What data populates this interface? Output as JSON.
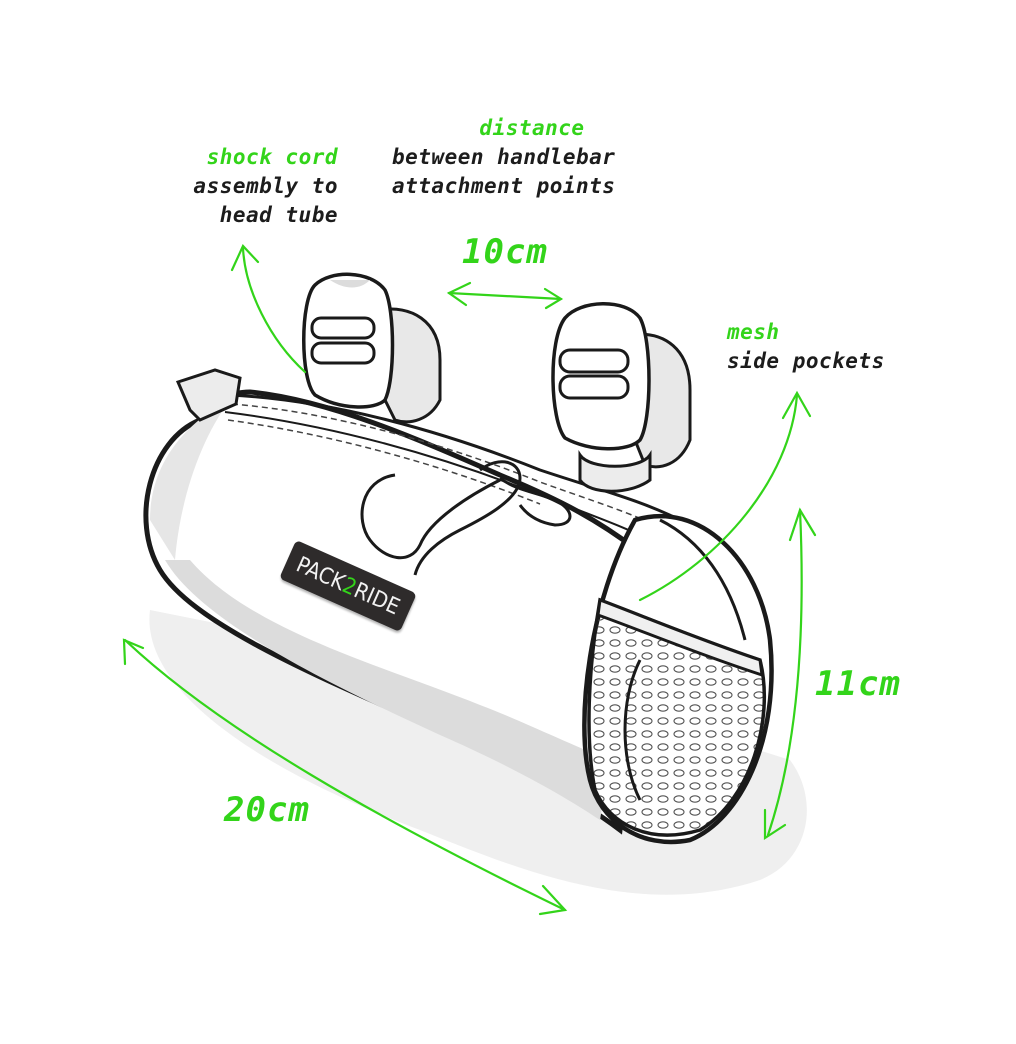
{
  "diagram": {
    "subject": "handlebar bag",
    "colors": {
      "accent": "#33d41a",
      "text_dark": "#1c1c1c",
      "outline": "#1a1a1a",
      "shade": "#dcdcdc",
      "shadow": "#efefef",
      "badge_bg": "#2e2b2b"
    },
    "annotations": {
      "shock_cord": {
        "highlight": "shock cord",
        "line1": "assembly to",
        "line2": "head tube"
      },
      "distance": {
        "highlight": "distance",
        "line1": "between handlebar",
        "line2": "attachment points"
      },
      "mesh": {
        "highlight": "mesh",
        "line1": "side pockets"
      }
    },
    "dimensions": {
      "width": "10cm",
      "height": "11cm",
      "length": "20cm"
    },
    "badge": {
      "part1": "PACK",
      "part2": "2",
      "part3": "RIDE"
    }
  }
}
